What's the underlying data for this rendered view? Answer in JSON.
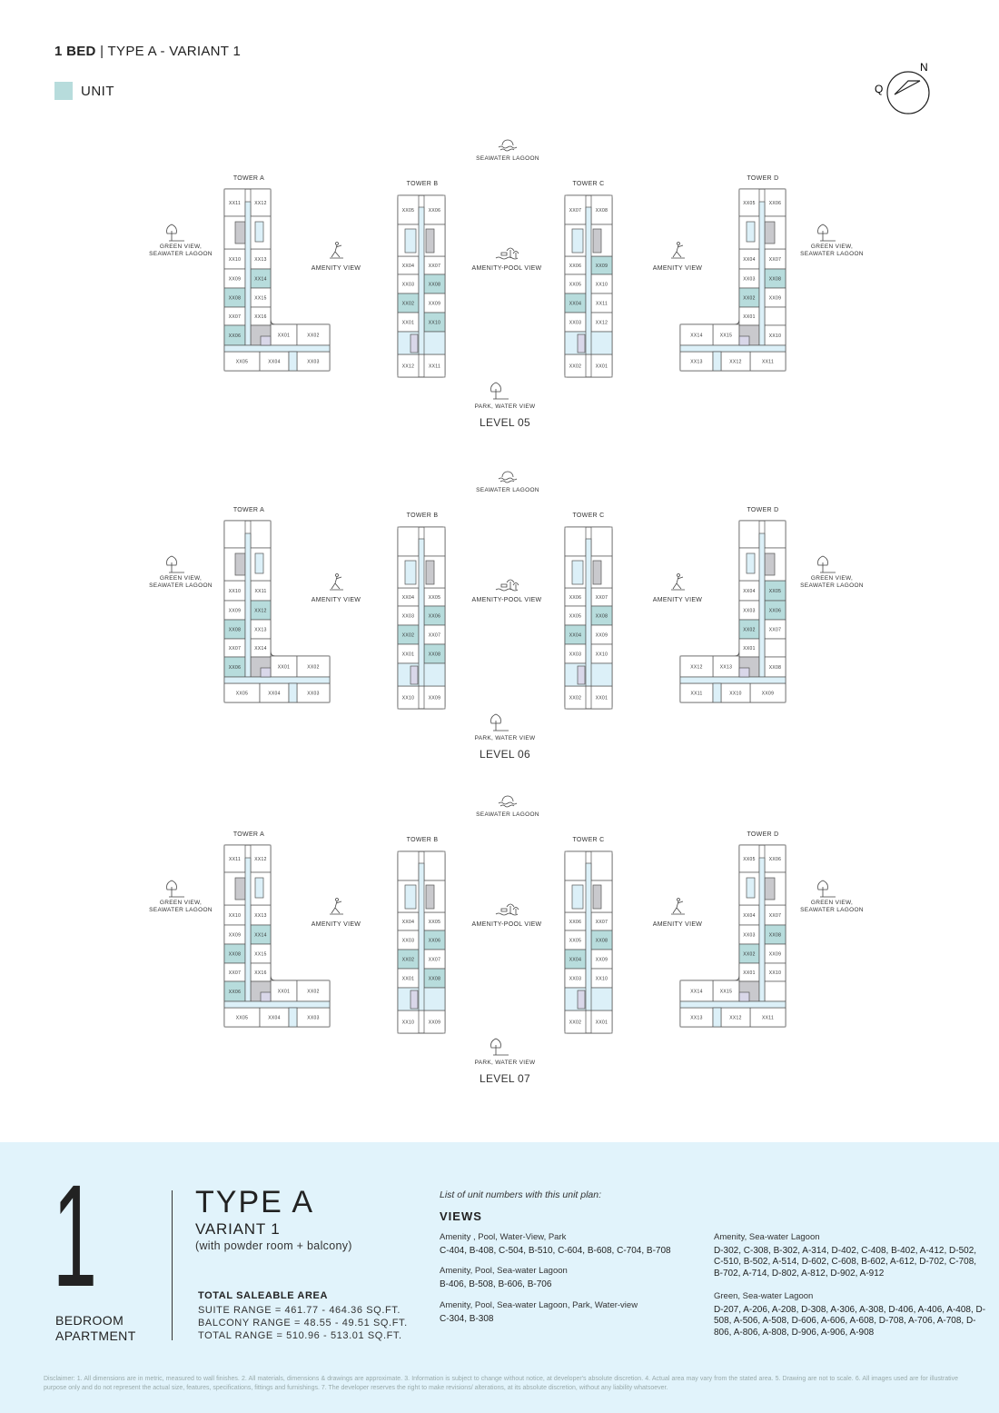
{
  "header": {
    "bold": "1 BED",
    "rest": " | TYPE A - VARIANT 1"
  },
  "legend": {
    "label": "UNIT",
    "color": "#b7dcdc"
  },
  "compass": {
    "north": "N",
    "q": "Q"
  },
  "view_labels": {
    "seawater": "SEAWATER LAGOON",
    "park": "PARK, WATER VIEW",
    "green_1": "GREEN VIEW,",
    "green_2": "SEAWATER LAGOON",
    "amenity": "AMENITY VIEW",
    "amenity_pool": "AMENITY-POOL VIEW"
  },
  "colors": {
    "highlight": "#b7dcdc",
    "corridor": "#dcf0f8",
    "core": "#c9c9cd",
    "core2": "#d9d7e9",
    "line": "#555555"
  },
  "levels": [
    {
      "label": "LEVEL 05",
      "towers": [
        {
          "name": "TOWER A",
          "units": [
            "XX11",
            "XX12",
            "XX10",
            "XX13",
            "XX09",
            "XX14",
            "XX08",
            "XX15",
            "XX07",
            "XX16",
            "XX06",
            "XX01",
            "XX02",
            "XX05",
            "XX04",
            "XX03"
          ],
          "highlighted": [
            "XX14",
            "XX08",
            "XX06"
          ]
        },
        {
          "name": "TOWER B",
          "units": [
            "XX05",
            "XX06",
            "XX04",
            "XX07",
            "XX03",
            "XX08",
            "XX02",
            "XX09",
            "XX01",
            "XX10",
            "XX12",
            "XX11"
          ],
          "highlighted": [
            "XX08",
            "XX02",
            "XX10"
          ]
        },
        {
          "name": "TOWER C",
          "units": [
            "XX07",
            "XX08",
            "XX06",
            "XX09",
            "XX05",
            "XX10",
            "XX04",
            "XX11",
            "XX03",
            "XX12",
            "XX02",
            "XX01"
          ],
          "highlighted": [
            "XX09",
            "XX04"
          ]
        },
        {
          "name": "TOWER D",
          "units": [
            "XX06",
            "XX05",
            "XX07",
            "XX04",
            "XX08",
            "XX03",
            "XX09",
            "XX02",
            "",
            "XX01",
            "XX10",
            "XX15",
            "XX14",
            "XX11",
            "XX12",
            "XX13"
          ],
          "highlighted": [
            "XX08",
            "XX02"
          ]
        }
      ]
    },
    {
      "label": "LEVEL 06",
      "towers": [
        {
          "name": "TOWER A",
          "units": [
            "",
            "",
            "XX10",
            "XX11",
            "XX09",
            "XX12",
            "XX08",
            "XX13",
            "XX07",
            "XX14",
            "XX06",
            "XX01",
            "XX02",
            "XX05",
            "XX04",
            "XX03"
          ],
          "highlighted": [
            "XX12",
            "XX08",
            "XX06"
          ]
        },
        {
          "name": "TOWER B",
          "units": [
            "",
            "",
            "XX04",
            "XX05",
            "XX03",
            "XX06",
            "XX02",
            "XX07",
            "XX01",
            "XX08",
            "XX10",
            "XX09"
          ],
          "highlighted": [
            "XX06",
            "XX02",
            "XX08"
          ]
        },
        {
          "name": "TOWER C",
          "units": [
            "",
            "",
            "XX06",
            "XX07",
            "XX05",
            "XX08",
            "XX04",
            "XX09",
            "XX03",
            "XX10",
            "XX02",
            "XX01"
          ],
          "highlighted": [
            "XX08",
            "XX04"
          ]
        },
        {
          "name": "TOWER D",
          "units": [
            "",
            "",
            "XX05",
            "XX04",
            "XX06",
            "XX03",
            "XX07",
            "XX02",
            "",
            "XX01",
            "XX08",
            "XX13",
            "XX12",
            "XX09",
            "XX10",
            "XX11"
          ],
          "highlighted": [
            "XX05",
            "XX06",
            "XX02"
          ]
        }
      ]
    },
    {
      "label": "LEVEL 07",
      "towers": [
        {
          "name": "TOWER A",
          "units": [
            "XX11",
            "XX12",
            "XX10",
            "XX13",
            "XX09",
            "XX14",
            "XX08",
            "XX15",
            "XX07",
            "XX16",
            "XX06",
            "XX01",
            "XX02",
            "XX05",
            "XX04",
            "XX03"
          ],
          "highlighted": [
            "XX14",
            "XX08",
            "XX06"
          ]
        },
        {
          "name": "TOWER B",
          "units": [
            "",
            "",
            "XX04",
            "XX05",
            "XX03",
            "XX06",
            "XX02",
            "XX07",
            "XX01",
            "XX08",
            "XX10",
            "XX09"
          ],
          "highlighted": [
            "XX06",
            "XX02",
            "XX08"
          ]
        },
        {
          "name": "TOWER C",
          "units": [
            "",
            "",
            "XX06",
            "XX07",
            "XX05",
            "XX08",
            "XX04",
            "XX09",
            "XX03",
            "XX10",
            "XX02",
            "XX01"
          ],
          "highlighted": [
            "XX08",
            "XX04"
          ]
        },
        {
          "name": "TOWER D",
          "units": [
            "XX06",
            "XX05",
            "XX07",
            "XX04",
            "XX08",
            "XX03",
            "XX09",
            "XX02",
            "XX10",
            "XX01",
            "",
            "XX15",
            "XX14",
            "XX11",
            "XX12",
            "XX13"
          ],
          "highlighted": [
            "XX08",
            "XX02"
          ]
        }
      ]
    }
  ],
  "summary": {
    "number": "1",
    "bedroom_1": "BEDROOM",
    "bedroom_2": "APARTMENT",
    "type": "TYPE A",
    "variant": "VARIANT 1",
    "note": "(with powder room + balcony)",
    "area_title": "TOTAL SALEABLE AREA",
    "suite": "SUITE RANGE = 461.77 - 464.36 SQ.FT.",
    "balcony": "BALCONY RANGE = 48.55 - 49.51 SQ.FT.",
    "total": "TOTAL RANGE = 510.96 - 513.01 SQ.FT."
  },
  "unit_list": {
    "heading": "List of unit numbers with this unit plan:",
    "views_title": "VIEWS",
    "groups": [
      {
        "name": "Amenity , Pool, Water-View, Park",
        "units": "C-404, B-408, C-504, B-510, C-604, B-608, C-704, B-708"
      },
      {
        "name": "Amenity, Pool, Sea-water Lagoon",
        "units": "B-406, B-508, B-606, B-706"
      },
      {
        "name": "Amenity, Pool, Sea-water Lagoon, Park, Water-view",
        "units": "C-304, B-308"
      },
      {
        "name": "Amenity, Sea-water Lagoon",
        "units": "D-302, C-308, B-302, A-314, D-402, C-408, B-402, A-412, D-502, C-510, B-502, A-514, D-602, C-608, B-602, A-612, D-702, C-708, B-702, A-714, D-802, A-812, D-902, A-912"
      },
      {
        "name": "Green, Sea-water Lagoon",
        "units": "D-207, A-206, A-208, D-308, A-306, A-308, D-406, A-406, A-408, D-508, A-506, A-508, D-606, A-606, A-608, D-708, A-706, A-708, D-806, A-806, A-808, D-906, A-906, A-908"
      }
    ]
  },
  "disclaimer": "Disclaimer: 1. All dimensions are in metric, measured to wall finishes. 2. All materials, dimensions & drawings are approximate. 3. Information is subject to change without notice, at developer's absolute discretion. 4. Actual area may vary from the stated area. 5. Drawing are not to scale. 6. All images used are for illustrative purpose only and do not represent the actual size, features, specifications, fittings and furnishings. 7. The developer reserves the right to make revisions/ alterations, at its absolute discretion, without any liability whatsoever."
}
